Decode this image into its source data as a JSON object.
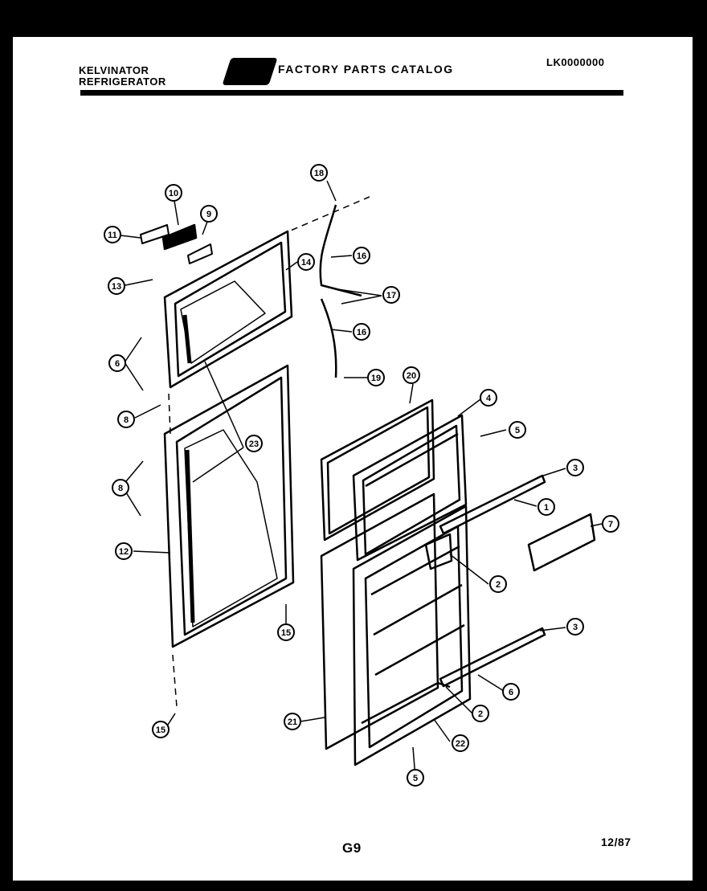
{
  "header": {
    "brand_line1": "KELVINATOR",
    "brand_line2": "REFRIGERATOR",
    "catalog_title": "FACTORY PARTS CATALOG",
    "model_number": "LK0000000"
  },
  "footer": {
    "page_code": "G9",
    "date": "12/87"
  },
  "callouts": {
    "c1": "1",
    "c2a": "2",
    "c2b": "2",
    "c3a": "3",
    "c3b": "3",
    "c4": "4",
    "c5a": "5",
    "c5b": "5",
    "c6a": "6",
    "c6b": "6",
    "c7": "7",
    "c8a": "8",
    "c8b": "8",
    "c9": "9",
    "c10": "10",
    "c11": "11",
    "c12": "12",
    "c13": "13",
    "c14": "14",
    "c15a": "15",
    "c15b": "15",
    "c16a": "16",
    "c16b": "16",
    "c17": "17",
    "c18": "18",
    "c19": "19",
    "c20": "20",
    "c21": "21",
    "c22": "22",
    "c23": "23"
  }
}
